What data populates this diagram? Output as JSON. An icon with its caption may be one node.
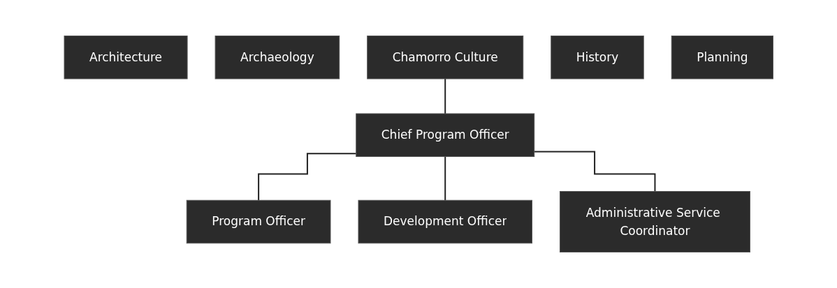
{
  "diagram": {
    "nodes": [
      {
        "text": [
          "Architecture"
        ]
      },
      {
        "text": [
          "Archaeology"
        ]
      },
      {
        "text": [
          "Chamorro Culture"
        ]
      },
      {
        "text": [
          "History"
        ]
      },
      {
        "text": [
          "Planning"
        ]
      },
      {
        "text": [
          "Chief Program Officer"
        ]
      },
      {
        "text": [
          "Program Officer"
        ]
      },
      {
        "text": [
          "Development Officer"
        ]
      },
      {
        "text": [
          "Administrative Service Coordinator"
        ]
      }
    ],
    "edges": [
      {
        "from": 2,
        "to": 5,
        "arrow": "none"
      },
      {
        "from": 5,
        "to": 6,
        "arrow": "none"
      },
      {
        "from": 5,
        "to": 7,
        "arrow": "none"
      },
      {
        "from": 5,
        "to": 8,
        "arrow": "none"
      }
    ]
  }
}
